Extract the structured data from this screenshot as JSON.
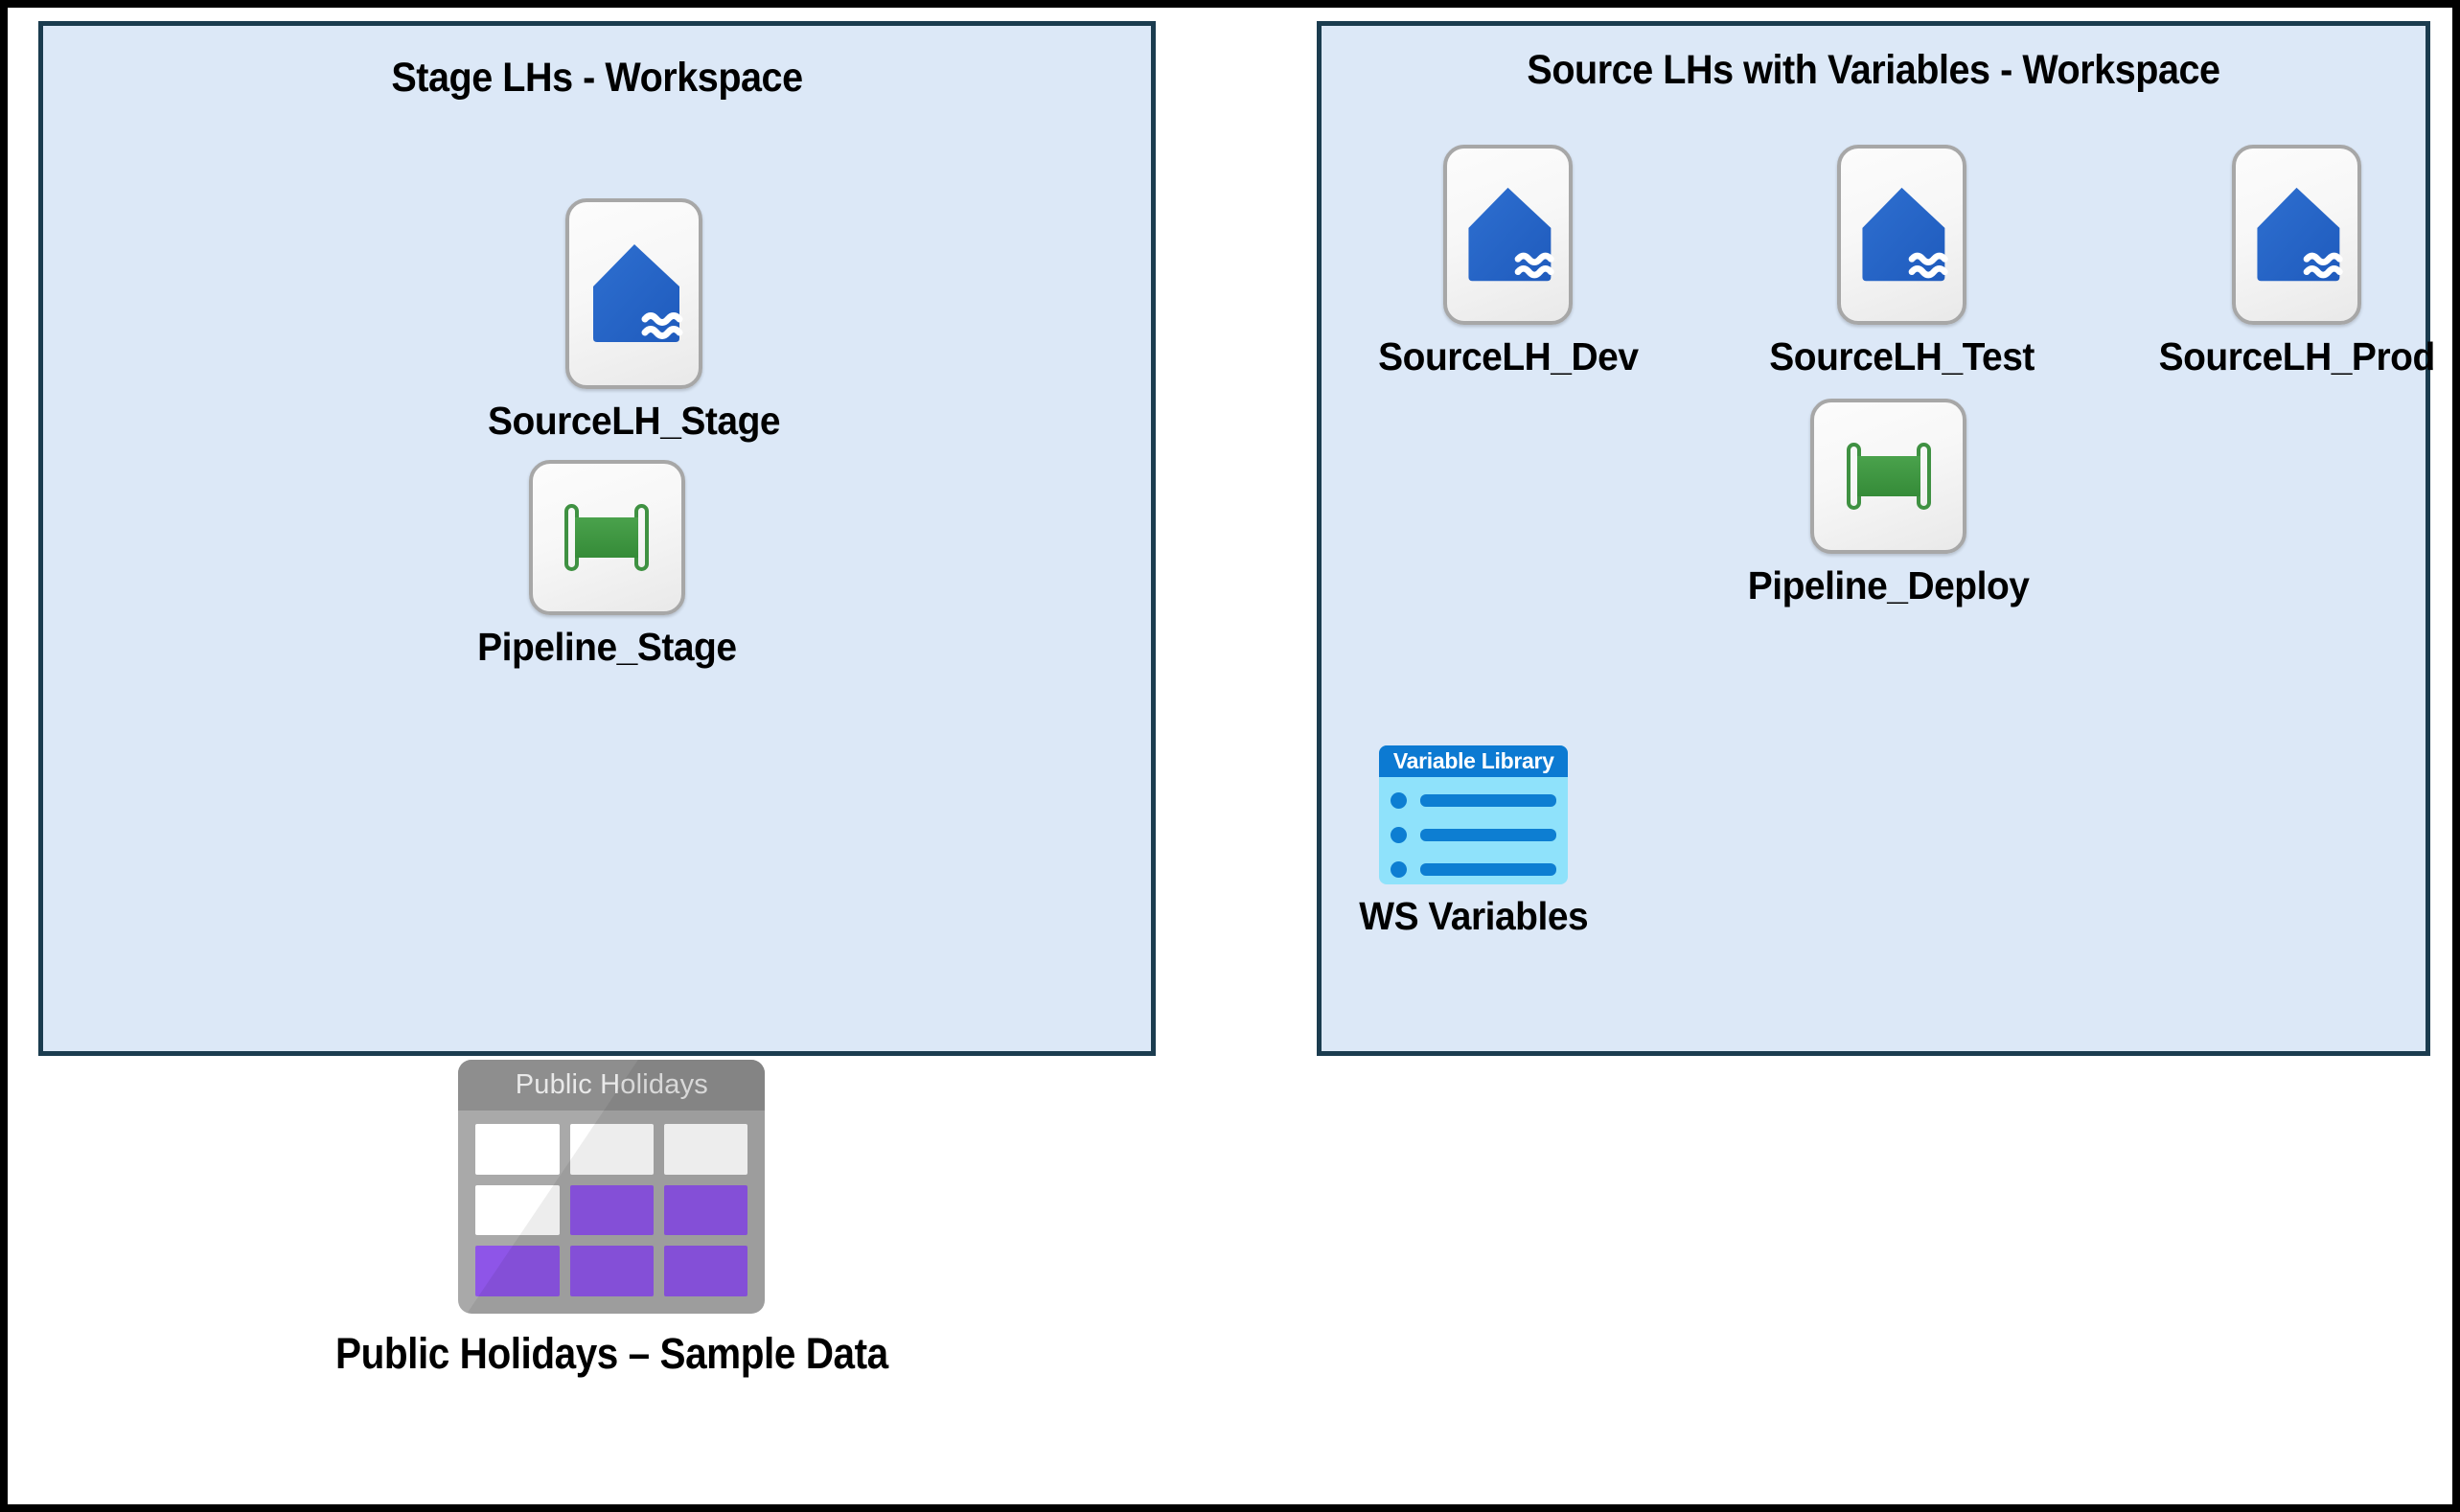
{
  "diagram": {
    "panels": [
      {
        "id": "stage",
        "title": "Stage LHs - Workspace",
        "items": [
          {
            "name": "SourceLH_Stage",
            "icon": "lakehouse-icon"
          },
          {
            "name": "Pipeline_Stage",
            "icon": "pipeline-icon"
          }
        ]
      },
      {
        "id": "source",
        "title": "Source LHs with Variables - Workspace",
        "items": [
          {
            "name": "SourceLH_Dev",
            "icon": "lakehouse-icon"
          },
          {
            "name": "SourceLH_Test",
            "icon": "lakehouse-icon"
          },
          {
            "name": "SourceLH_Prod",
            "icon": "lakehouse-icon"
          },
          {
            "name": "Pipeline_Deploy",
            "icon": "pipeline-icon"
          },
          {
            "name": "WS Variables",
            "icon": "variable-library-icon",
            "card_title": "Variable Library"
          }
        ]
      }
    ],
    "standalone": [
      {
        "name": "Public Holidays – Sample Data",
        "icon": "table-icon",
        "card_title": "Public Holidays",
        "cells": [
          "white",
          "white",
          "white",
          "white",
          "purple",
          "purple",
          "purple",
          "purple",
          "purple"
        ]
      }
    ]
  },
  "colors": {
    "panel_background": "#dce8f7",
    "panel_border": "#1b3c4f",
    "page_border": "#000000",
    "lakehouse_blue": "#2565c5",
    "pipeline_green": "#3f9142",
    "variable_header_blue": "#0c7ad2",
    "variable_body_cyan": "#8fe2fb",
    "table_header_grey": "#8e8e8e",
    "table_body_grey": "#a9a9a9",
    "table_cell_purple": "#8e55e8",
    "tile_border_grey": "#a7a7a7"
  }
}
